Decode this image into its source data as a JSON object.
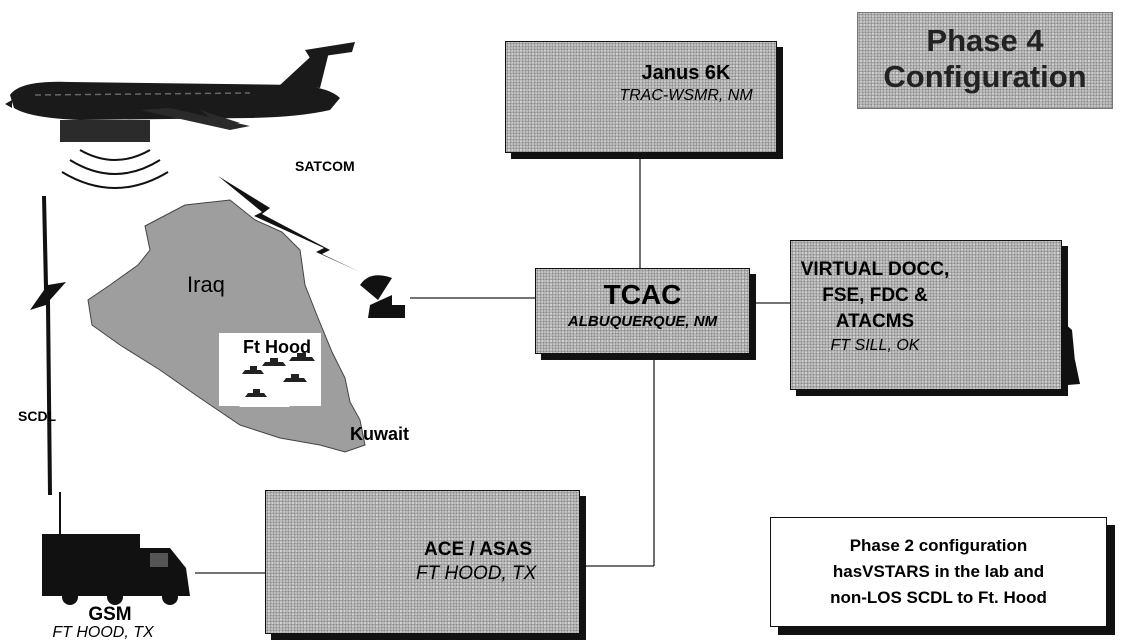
{
  "title": {
    "line1": "Phase 4",
    "line2": "Configuration"
  },
  "janus": {
    "name": "Janus 6K",
    "location": "TRAC-WSMR, NM"
  },
  "tcac": {
    "name": "TCAC",
    "location": "ALBUQUERQUE, NM"
  },
  "docc": {
    "line1": "VIRTUAL DOCC,",
    "line2": "FSE, FDC &",
    "line3": "ATACMS",
    "location": "FT SILL, OK"
  },
  "ace": {
    "name": "ACE / ASAS",
    "location": "FT HOOD, TX"
  },
  "gsm": {
    "name": "GSM",
    "location": "FT HOOD, TX"
  },
  "links": {
    "satcom": "SATCOM",
    "scdl": "SCDL"
  },
  "map": {
    "country": "Iraq",
    "site": "Ft Hood",
    "neighbor": "Kuwait"
  },
  "note": {
    "line1": "Phase 2 configuration",
    "line2": "hasVSTARS in the lab and",
    "line3": "non-LOS SCDL to Ft. Hood"
  },
  "colors": {
    "box_fill": "#bdbdbd",
    "map_fill": "#a0a0a0",
    "ink": "#111111"
  }
}
